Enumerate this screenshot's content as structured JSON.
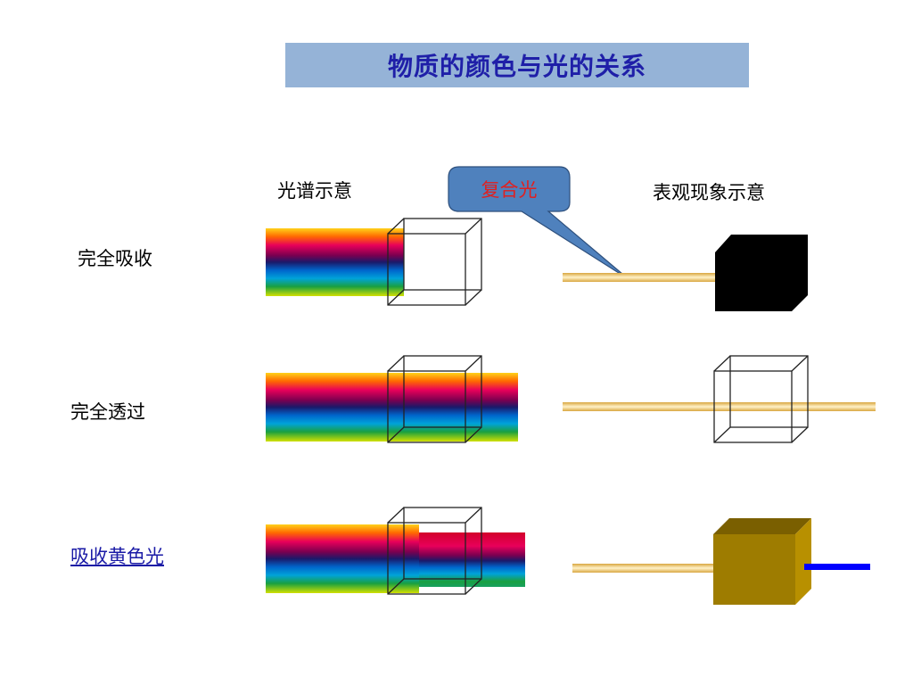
{
  "title": "物质的颜色与光的关系",
  "headers": {
    "spectrum": "光谱示意",
    "phenomenon": "表观现象示意"
  },
  "callout": "复合光",
  "rows": [
    {
      "label": "完全吸收"
    },
    {
      "label": "完全透过"
    },
    {
      "label": "吸收黄色光"
    }
  ],
  "colors": {
    "title_bg": "#95b3d7",
    "title_text": "#1f1fa8",
    "callout_fill": "#4f81bd",
    "callout_text": "#e02020",
    "absorbed_cube": "#000000",
    "yellow_absorbing_cube": "#9e7c00",
    "transmitted_blue": "#0000ff",
    "light_beam": "#f0c060"
  },
  "icons": [
    "rainbow-spectrum",
    "wireframe-cube",
    "solid-cube",
    "light-beam"
  ]
}
